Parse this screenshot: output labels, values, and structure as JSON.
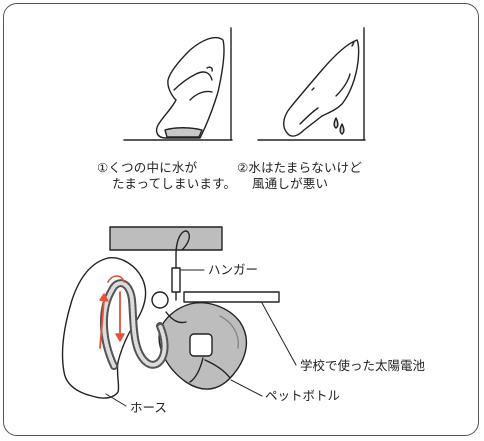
{
  "panels": [
    {
      "caption_line1": "①くつの中に水が",
      "caption_line2": "たまってしまいます。"
    },
    {
      "caption_line1": "②水はたまらないけど",
      "caption_line2": "風通しが悪い"
    }
  ],
  "labels": {
    "hanger": "ハンガー",
    "solar_cell": "学校で使った太陽電池",
    "pet_bottle": "ペットボトル",
    "hose": "ホース"
  },
  "colors": {
    "line": "#222222",
    "bar": "#bdbdbd",
    "water": "#c8c8c8",
    "arrow": "#e8503a"
  }
}
